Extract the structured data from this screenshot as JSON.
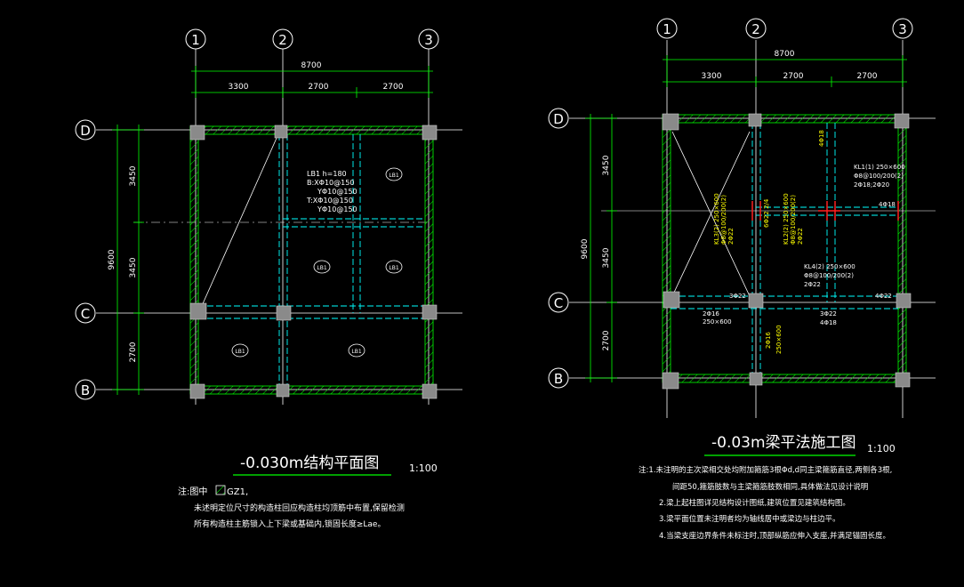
{
  "left": {
    "axes_top": [
      "1",
      "2",
      "3"
    ],
    "axes_side": [
      "D",
      "C",
      "B"
    ],
    "overall_dim": "8700",
    "span_dims": [
      "3300",
      "2700",
      "2700"
    ],
    "side_overall": "9600",
    "side_dims": [
      "3450",
      "3450",
      "2700"
    ],
    "slab_note": [
      "LB1 h=180",
      "B:XΦ10@150",
      "YΦ10@150",
      "T:XΦ10@150",
      "YΦ10@150"
    ],
    "slab_tags": [
      "LB1",
      "LB1",
      "LB1",
      "LB1",
      "LB1"
    ],
    "title": "-0.030m结构平面图",
    "scale": "1:100",
    "note_head": "注:图中",
    "note_legend": "GZ1,",
    "note_lines": [
      "未述明定位尺寸的构造柱回应构造柱均顶筋中布置,保留检测",
      "所有构造柱主筋锁入上下梁或基础内,锁固长度≥Lae。"
    ]
  },
  "right": {
    "axes_top": [
      "1",
      "2",
      "3"
    ],
    "axes_side": [
      "D",
      "C",
      "B"
    ],
    "overall_dim": "8700",
    "span_dims": [
      "3300",
      "2700",
      "2700"
    ],
    "side_overall": "9600",
    "side_dims": [
      "3450",
      "3450",
      "2700"
    ],
    "beam_labels": [
      "KL1(1) 250×600",
      "Φ8@100/200(2)",
      "2Φ18;2Φ20",
      "KL4(2) 250×600",
      "Φ8@100/200(2)",
      "2Φ22",
      "4Φ18",
      "4Φ18",
      "4Φ22",
      "3Φ22",
      "3Φ22",
      "4Φ18",
      "2Φ16",
      "250×600",
      "250×600",
      "2Φ16"
    ],
    "vertical_labels": [
      "KL3(2) 250×600",
      "Φ8@100/200(2)",
      "2Φ22",
      "KL2(2) 250×600",
      "Φ8@100/200(2)",
      "2Φ22",
      "6Φ22 2/4"
    ],
    "title": "-0.03m梁平法施工图",
    "scale": "1:100",
    "notes": [
      "注:1.未注明的主次梁相交处均附加箍筋3根Φd,d同主梁箍筋直径,两侧各3根,",
      "间距50,箍筋肢数与主梁箍筋肢数相同,具体做法见设计说明",
      "2.梁上起柱图详见结构设计图纸,建筑位置见建筑结构图。",
      "3.梁平面位置未注明者均为轴线居中或梁边与柱边平。",
      "4.当梁支座边界条件未标注时,顶部纵筋应伸入支座,并满足锚固长度。"
    ]
  },
  "colors": {
    "background": "#000000",
    "axis_line": "#ffffff",
    "dim": "#00ff00",
    "wall": "#00ff00",
    "beam": "#00ffff",
    "column": "#808080",
    "text": "#ffffff",
    "label_yellow": "#ffff00",
    "rebar_red": "#ff2020"
  }
}
